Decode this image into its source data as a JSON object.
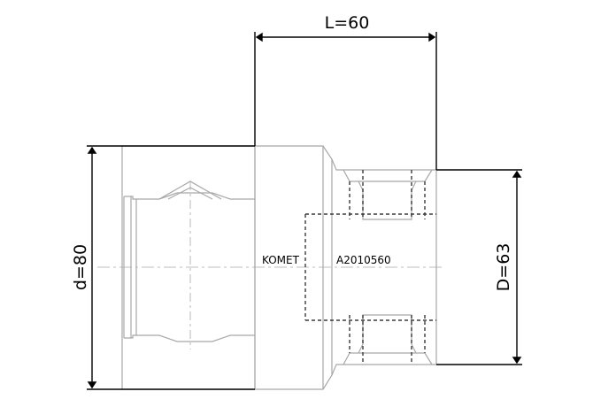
{
  "dimensions": {
    "length_label": "L=60",
    "outer_diameter_label": "d=80",
    "bore_diameter_label": "D=63"
  },
  "part": {
    "brand": "KOMET",
    "code": "A2010560"
  },
  "colors": {
    "outline": "#a8a8a8",
    "hidden_line": "#3a3a3a",
    "dimension_line": "#000000",
    "background": "#ffffff"
  }
}
